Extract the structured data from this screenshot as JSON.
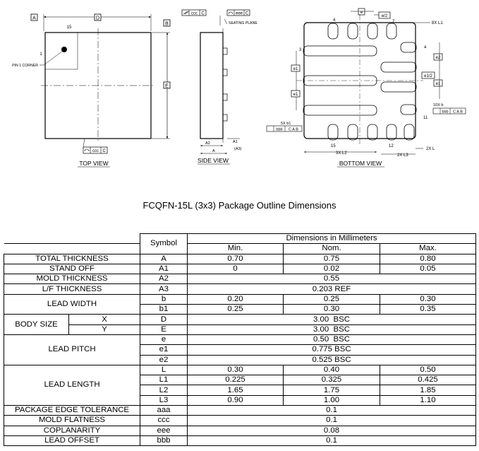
{
  "drawing": {
    "top_view": {
      "caption": "TOP VIEW",
      "pin_label": "PIN 1 CORNER",
      "pin_number": "1",
      "dim_A": "A",
      "dim_D": "D",
      "dim_B": "B",
      "dim_E": "E",
      "lead_15": "15",
      "tol_ccc": "ccc",
      "tol_ref": "C"
    },
    "side_view": {
      "caption": "SIDE VIEW",
      "seating_plane": "SEATING PLANE",
      "tol_ccc": "ccc",
      "tol_eee": "eee",
      "tol_ref": "C",
      "label_A1": "A1",
      "label_A3": "(A3)",
      "label_A2": "A2",
      "label_A": "A"
    },
    "bottom_view": {
      "caption": "BOTTOM VIEW",
      "label_e": "e",
      "label_e2half": "e/2",
      "label_7": "7",
      "label_8xL1": "8X L1",
      "label_4": "4",
      "label_3": "3",
      "label_a": "a",
      "label_e2": "e2",
      "label_e1half": "e1/2",
      "label_e1": "e1",
      "label_e1b": "e1",
      "label_10xb": "10X b",
      "label_bbb": "bbb",
      "label_cab": "C A B",
      "label_11": "11",
      "label_5xb1": "5X b1",
      "label_15": "15",
      "label_12": "12",
      "label_3xL2": "3X L2",
      "label_2xL3": "2X L3",
      "label_2xL": "2X L"
    }
  },
  "caption": "FCQFN-15L (3x3) Package Outline Dimensions",
  "table": {
    "header_symbol": "Symbol",
    "header_dims": "Dimensions in Millimeters",
    "header_min": "Min.",
    "header_nom": "Nom.",
    "header_max": "Max.",
    "rows": {
      "total_thickness": {
        "label": "TOTAL THICKNESS",
        "symbol": "A",
        "min": "0.70",
        "nom": "0.75",
        "max": "0.80"
      },
      "stand_off": {
        "label": "STAND OFF",
        "symbol": "A1",
        "min": "0",
        "nom": "0.02",
        "max": "0.05"
      },
      "mold_thickness": {
        "label": "MOLD THICKNESS",
        "symbol": "A2",
        "value": "0.55"
      },
      "lf_thickness": {
        "label": "L/F THICKNESS",
        "symbol": "A3",
        "value": "0.203 REF"
      },
      "lead_width": {
        "label": "LEAD WIDTH",
        "b": {
          "symbol": "b",
          "min": "0.20",
          "nom": "0.25",
          "max": "0.30"
        },
        "b1": {
          "symbol": "b1",
          "min": "0.25",
          "nom": "0.30",
          "max": "0.35"
        }
      },
      "body_size": {
        "label": "BODY SIZE",
        "x": {
          "axis": "X",
          "symbol": "D",
          "value": "3.00  BSC"
        },
        "y": {
          "axis": "Y",
          "symbol": "E",
          "value": "3.00  BSC"
        }
      },
      "lead_pitch": {
        "label": "LEAD PITCH",
        "e": {
          "symbol": "e",
          "value": "0.50  BSC"
        },
        "e1": {
          "symbol": "e1",
          "value": "0.775 BSC"
        },
        "e2": {
          "symbol": "e2",
          "value": "0.525 BSC"
        }
      },
      "lead_length": {
        "label": "LEAD LENGTH",
        "L": {
          "symbol": "L",
          "min": "0.30",
          "nom": "0.40",
          "max": "0.50"
        },
        "L1": {
          "symbol": "L1",
          "min": "0.225",
          "nom": "0.325",
          "max": "0.425"
        },
        "L2": {
          "symbol": "L2",
          "min": "1.65",
          "nom": "1.75",
          "max": "1.85"
        },
        "L3": {
          "symbol": "L3",
          "min": "0.90",
          "nom": "1.00",
          "max": "1.10"
        }
      },
      "edge_tolerance": {
        "label": "PACKAGE EDGE TOLERANCE",
        "symbol": "aaa",
        "value": "0.1"
      },
      "mold_flatness": {
        "label": "MOLD FLATNESS",
        "symbol": "ccc",
        "value": "0.1"
      },
      "coplanarity": {
        "label": "COPLANARITY",
        "symbol": "eee",
        "value": "0.08"
      },
      "lead_offset": {
        "label": "LEAD OFFSET",
        "symbol": "bbb",
        "value": "0.1"
      }
    }
  }
}
